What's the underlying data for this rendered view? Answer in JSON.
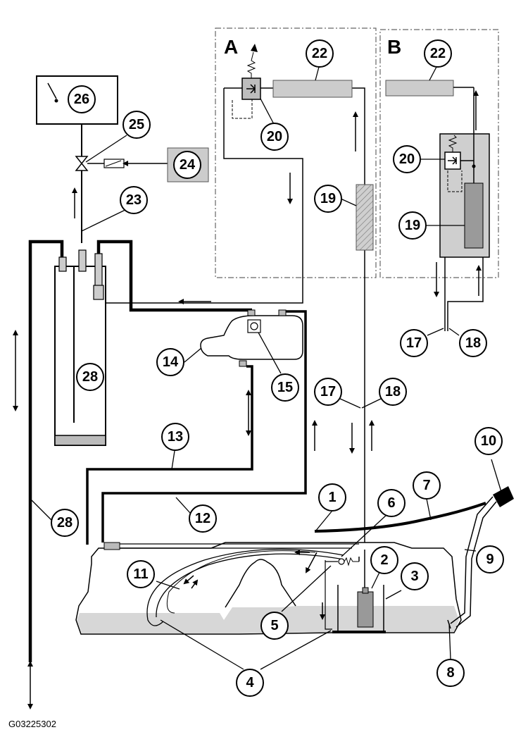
{
  "figure_id": "G03225302",
  "section_labels": {
    "a": "A",
    "b": "B"
  },
  "callouts": {
    "c1": "1",
    "c2": "2",
    "c3": "3",
    "c4": "4",
    "c5": "5",
    "c6": "6",
    "c7": "7",
    "c8": "8",
    "c9": "9",
    "c10": "10",
    "c11": "11",
    "c12": "12",
    "c13": "13",
    "c14": "14",
    "c15": "15",
    "c17a": "17",
    "c17b": "17",
    "c18a": "18",
    "c18b": "18",
    "c19a": "19",
    "c19b": "19",
    "c20a": "20",
    "c20b": "20",
    "c22a": "22",
    "c22b": "22",
    "c23": "23",
    "c24": "24",
    "c25": "25",
    "c26": "26",
    "c28a": "28",
    "c28b": "28"
  }
}
